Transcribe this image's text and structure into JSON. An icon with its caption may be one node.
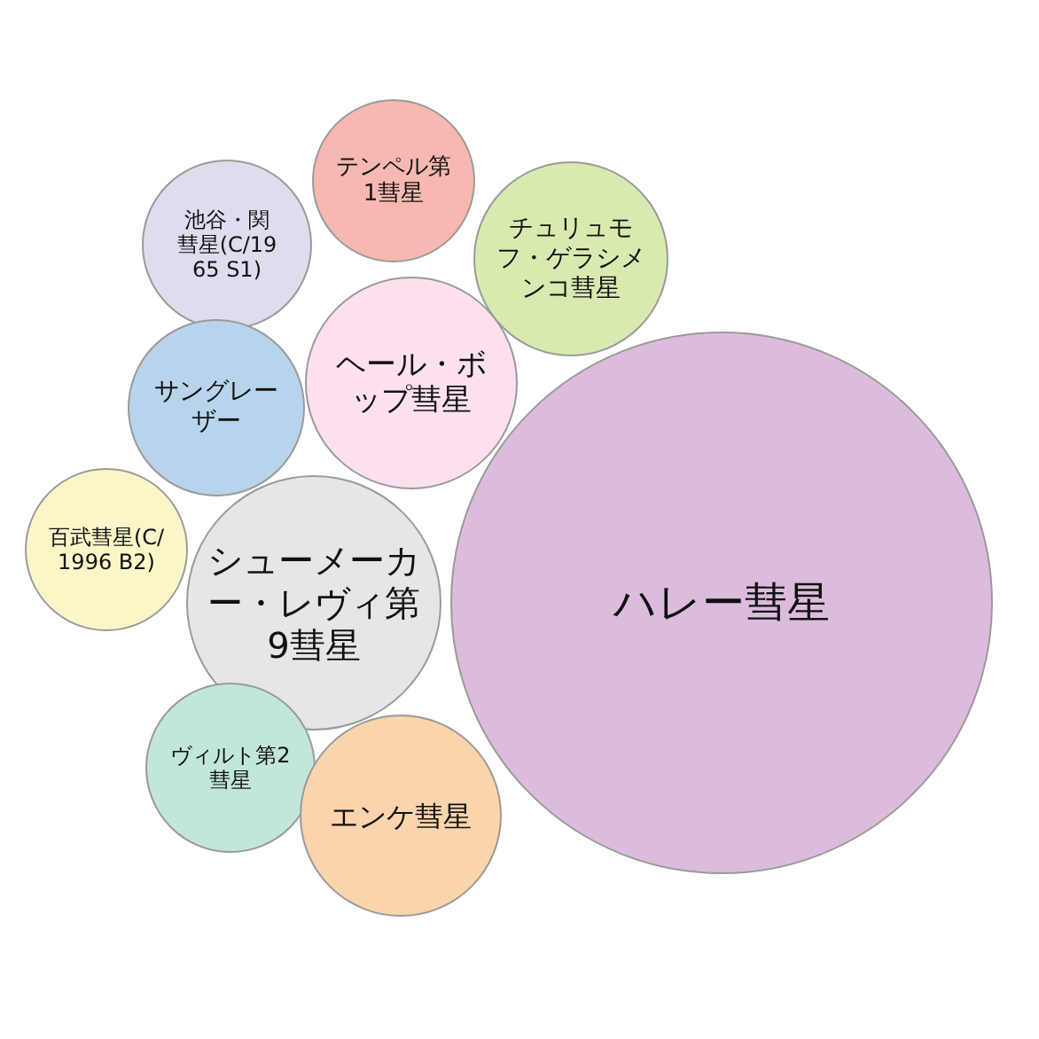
{
  "diagram": {
    "nodes": [
      {
        "text": [
          "池谷・関彗星(C/1965 S1)"
        ]
      },
      {
        "text": [
          "テンペル第1彗星"
        ]
      },
      {
        "text": [
          "チュリュモフ・ゲラシメンコ彗星"
        ]
      },
      {
        "text": [
          "ヘール・ボップ彗星"
        ]
      },
      {
        "text": [
          "サングレーザー"
        ]
      },
      {
        "text": [
          "百武彗星(C/1996 B2)"
        ]
      },
      {
        "text": [
          "シューメーカー・レヴィ第9彗星"
        ]
      },
      {
        "text": [
          "ハレー彗星"
        ]
      },
      {
        "text": [
          "ヴィルト第2彗星"
        ]
      },
      {
        "text": [
          "エンケ彗星"
        ]
      }
    ]
  }
}
